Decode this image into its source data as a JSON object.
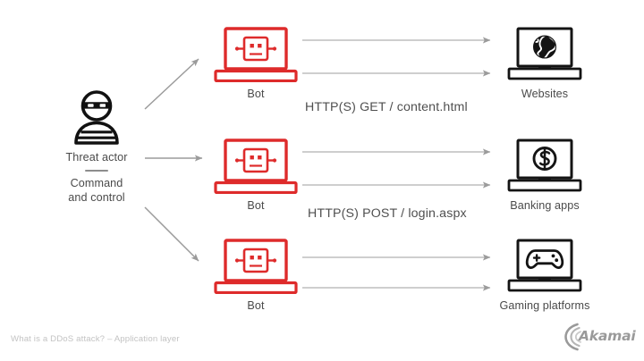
{
  "diagram": {
    "source": {
      "name": "Threat actor",
      "role_line1": "Command",
      "role_line2": "and control",
      "icon": "masked-thief-icon"
    },
    "bots": [
      {
        "label": "Bot",
        "icon": "robot-laptop-icon"
      },
      {
        "label": "Bot",
        "icon": "robot-laptop-icon"
      },
      {
        "label": "Bot",
        "icon": "robot-laptop-icon"
      }
    ],
    "targets": [
      {
        "label": "Websites",
        "icon": "globe-laptop-icon"
      },
      {
        "label": "Banking apps",
        "icon": "dollar-laptop-icon"
      },
      {
        "label": "Gaming platforms",
        "icon": "gamepad-laptop-icon"
      }
    ],
    "protocol_labels": [
      "HTTP(S) GET / content.html",
      "HTTP(S) POST / login.aspx"
    ],
    "colors": {
      "bot_red": "#de2b2b",
      "target_black": "#141414",
      "arrow_gray": "#9b9b9b",
      "text_gray": "#4a4a4a",
      "footer_gray": "#c3c3c3",
      "background": "#ffffff"
    }
  },
  "footer": {
    "caption": "What is a DDoS attack? – Application layer",
    "brand": "Akamai"
  }
}
